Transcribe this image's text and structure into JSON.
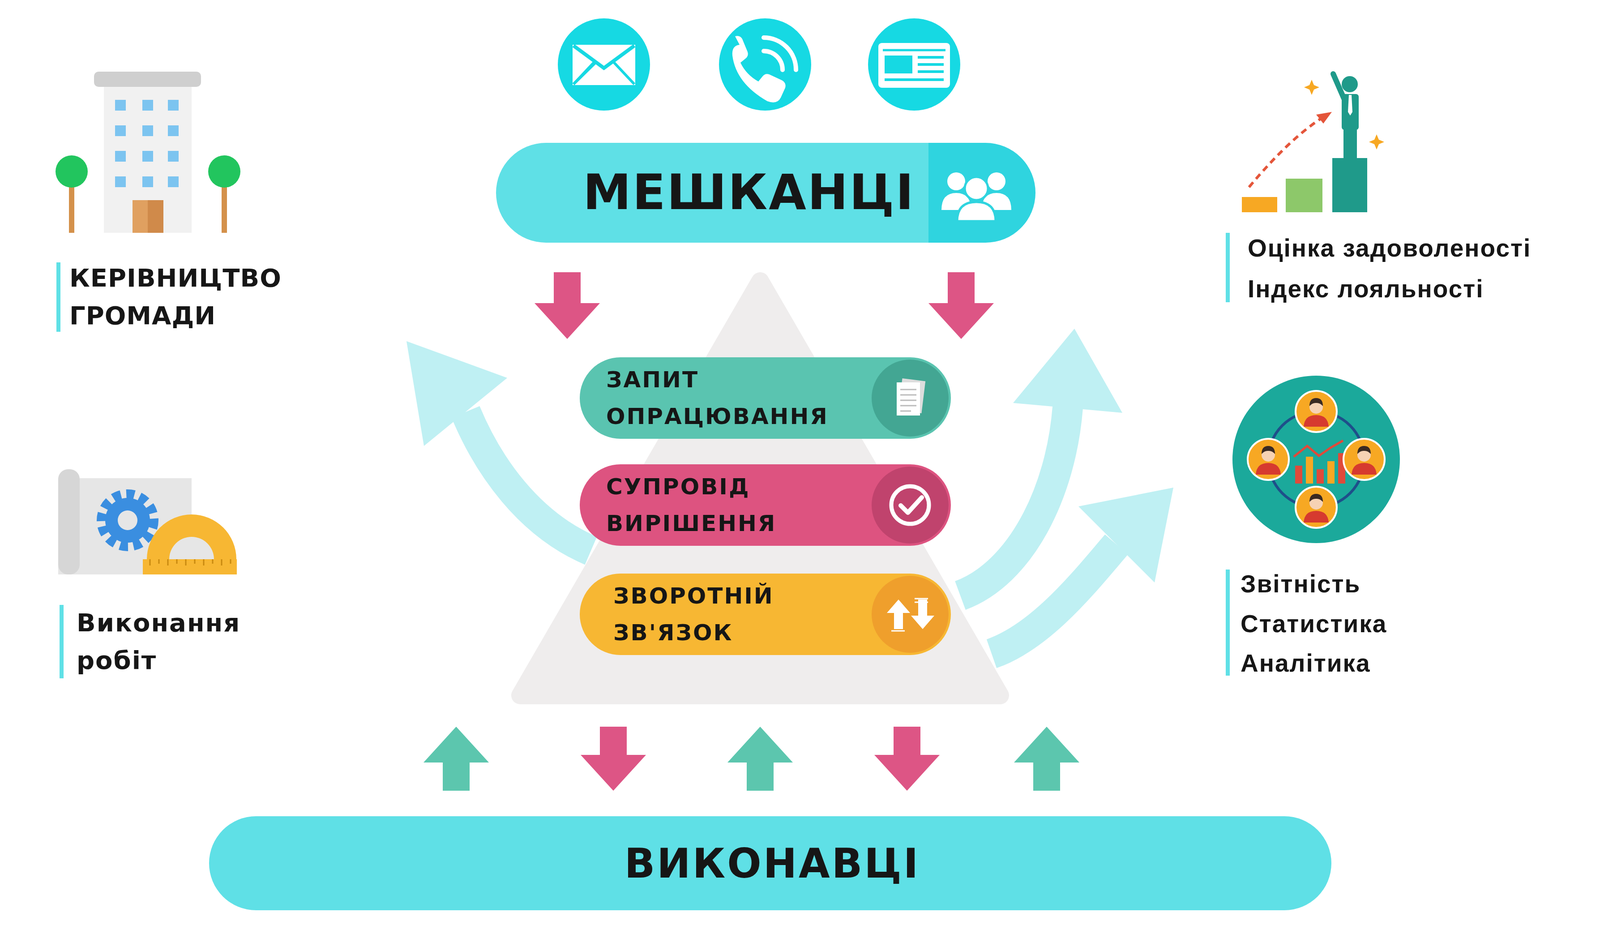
{
  "diagram": {
    "nodes": [
      {
        "text": [
          "МЕШКАНЦІ"
        ]
      },
      {
        "text": [
          "ЗАПИТ ОПРАЦЮВАННЯ"
        ]
      },
      {
        "text": [
          "СУПРОВІД ВИРІШЕННЯ"
        ]
      },
      {
        "text": [
          "ЗВОРОТНІЙ ЗВ'ЯЗОК"
        ]
      },
      {
        "text": [
          "ВИКОНАВЦІ"
        ]
      }
    ],
    "labels": [
      "КЕРІВНИЦТВО ГРОМАДИ",
      "Оцінка задоволеності",
      "Індекс лояльності",
      "Виконання робіт",
      "Звітність",
      "Статистика",
      "Аналітика"
    ]
  }
}
